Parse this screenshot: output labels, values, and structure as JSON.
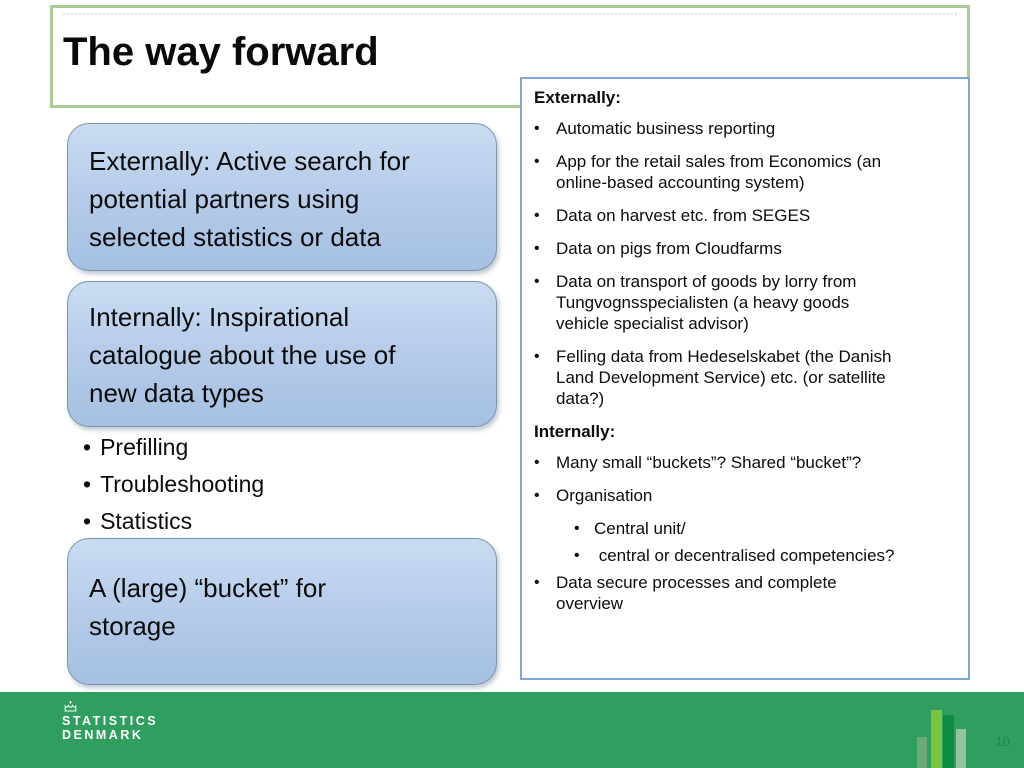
{
  "slide": {
    "title": "The way forward",
    "page_number": "10"
  },
  "left_column": {
    "boxes": [
      {
        "text": "Externally: Active search for\npotential partners using\nselected statistics or data"
      },
      {
        "text": "Internally: Inspirational\ncatalogue about the use of\nnew data types"
      },
      {
        "text": "A (large) “bucket” for\nstorage"
      }
    ],
    "bullets": [
      "Prefilling",
      "Troubleshooting",
      "Statistics"
    ]
  },
  "right_panel": {
    "heading_externally": "Externally:",
    "externally_items": [
      "Automatic business reporting",
      "App for the retail sales from Economics (an\nonline-based accounting system)",
      "Data on harvest etc. from SEGES",
      "Data on pigs from Cloudfarms",
      "Data on transport of goods by lorry from\nTungvognsspecialisten (a heavy goods\nvehicle specialist advisor)",
      "Felling data from Hedeselskabet (the Danish\nLand Development Service) etc. (or satellite\ndata?)"
    ],
    "heading_internally": "Internally:",
    "internally_items": [
      "Many small “buckets”? Shared “bucket”?",
      "Organisation",
      "Data secure processes and complete\noverview"
    ],
    "organisation_sub_items": [
      "Central unit/",
      " central or decentralised competencies?"
    ]
  },
  "footer": {
    "logo_line1": "STATISTICS",
    "logo_line2": "DENMARK",
    "icons": [
      "crown-icon",
      "bar-chart-icon"
    ]
  },
  "colors": {
    "title_border_green": "#abcb94",
    "panel_border_blue": "#7ca6d3",
    "box_fill_top": "#cadcf2",
    "box_fill_bottom": "#a5c0e2",
    "box_border": "#7e93a8",
    "footer_green": "#2f9e5e",
    "chart_bar_muted": "#69aa78",
    "chart_bar_bright": "#7cc342",
    "chart_bar_dark": "#0f8c43",
    "chart_bar_pale": "#93c4a0",
    "page_number_green": "#26824f"
  }
}
